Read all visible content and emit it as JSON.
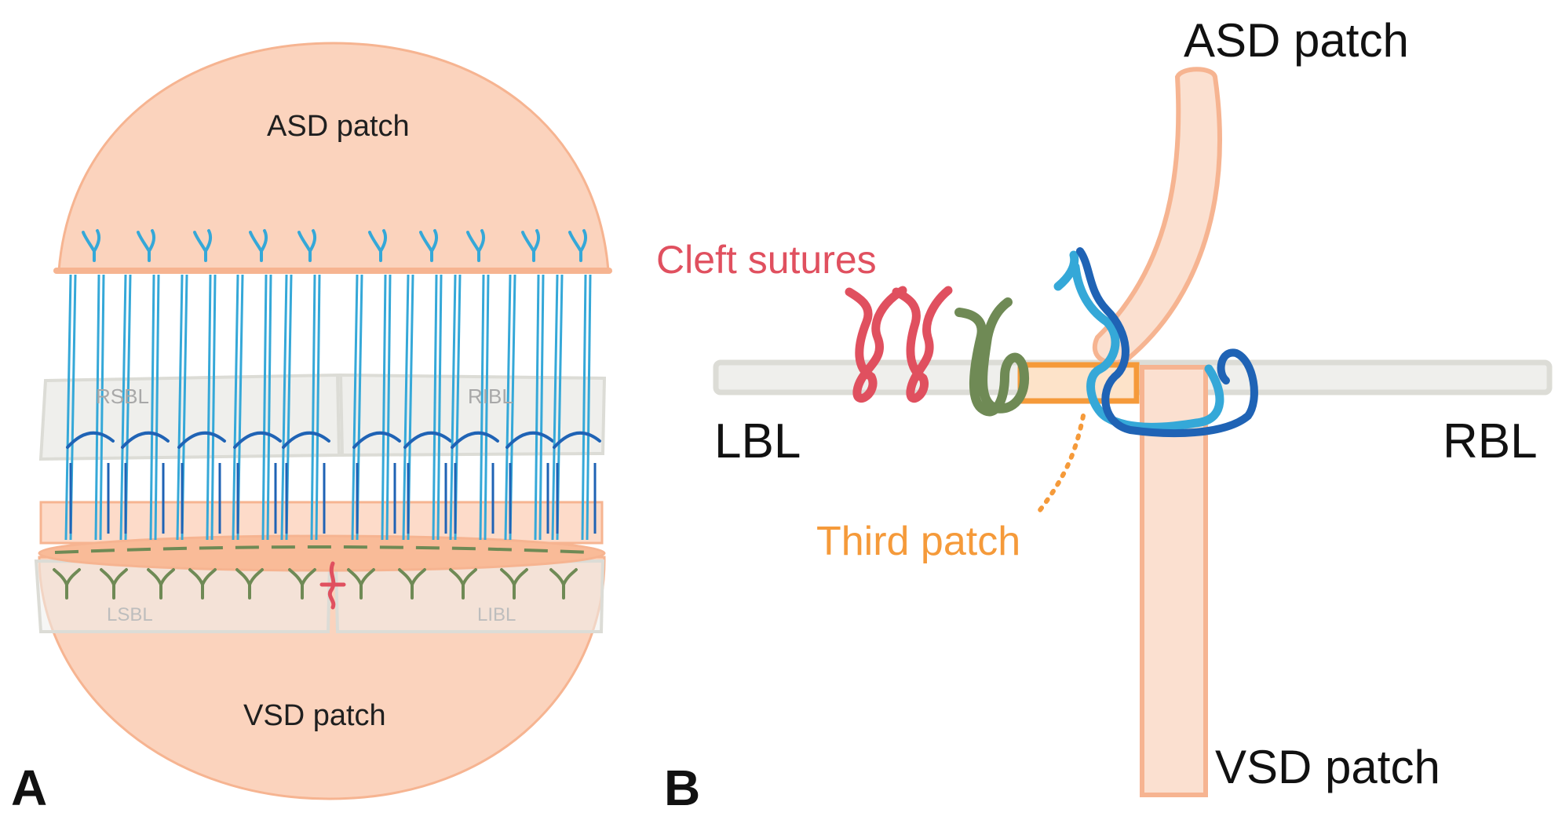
{
  "panel_a": {
    "letter": "A",
    "asd_patch": "ASD patch",
    "vsd_patch": "VSD patch",
    "rsbl": "RSBL",
    "ribl": "RIBL",
    "lsbl": "LSBL",
    "libl": "LIBL"
  },
  "panel_b": {
    "letter": "B",
    "asd_patch": "ASD patch",
    "vsd_patch": "VSD patch",
    "cleft_sutures": "Cleft sutures",
    "lbl": "LBL",
    "rbl": "RBL",
    "third_patch": "Third patch"
  },
  "colors": {
    "patch_fill": "#fbd3bd",
    "patch_stroke": "#f6b491",
    "leaflet_fill": "#efefec",
    "leaflet_stroke": "#dcdcd6",
    "light_blue": "#35a8d8",
    "dark_blue": "#1f63b5",
    "green": "#6f8a55",
    "red": "#e0505f",
    "orange": "#f59a3a"
  }
}
